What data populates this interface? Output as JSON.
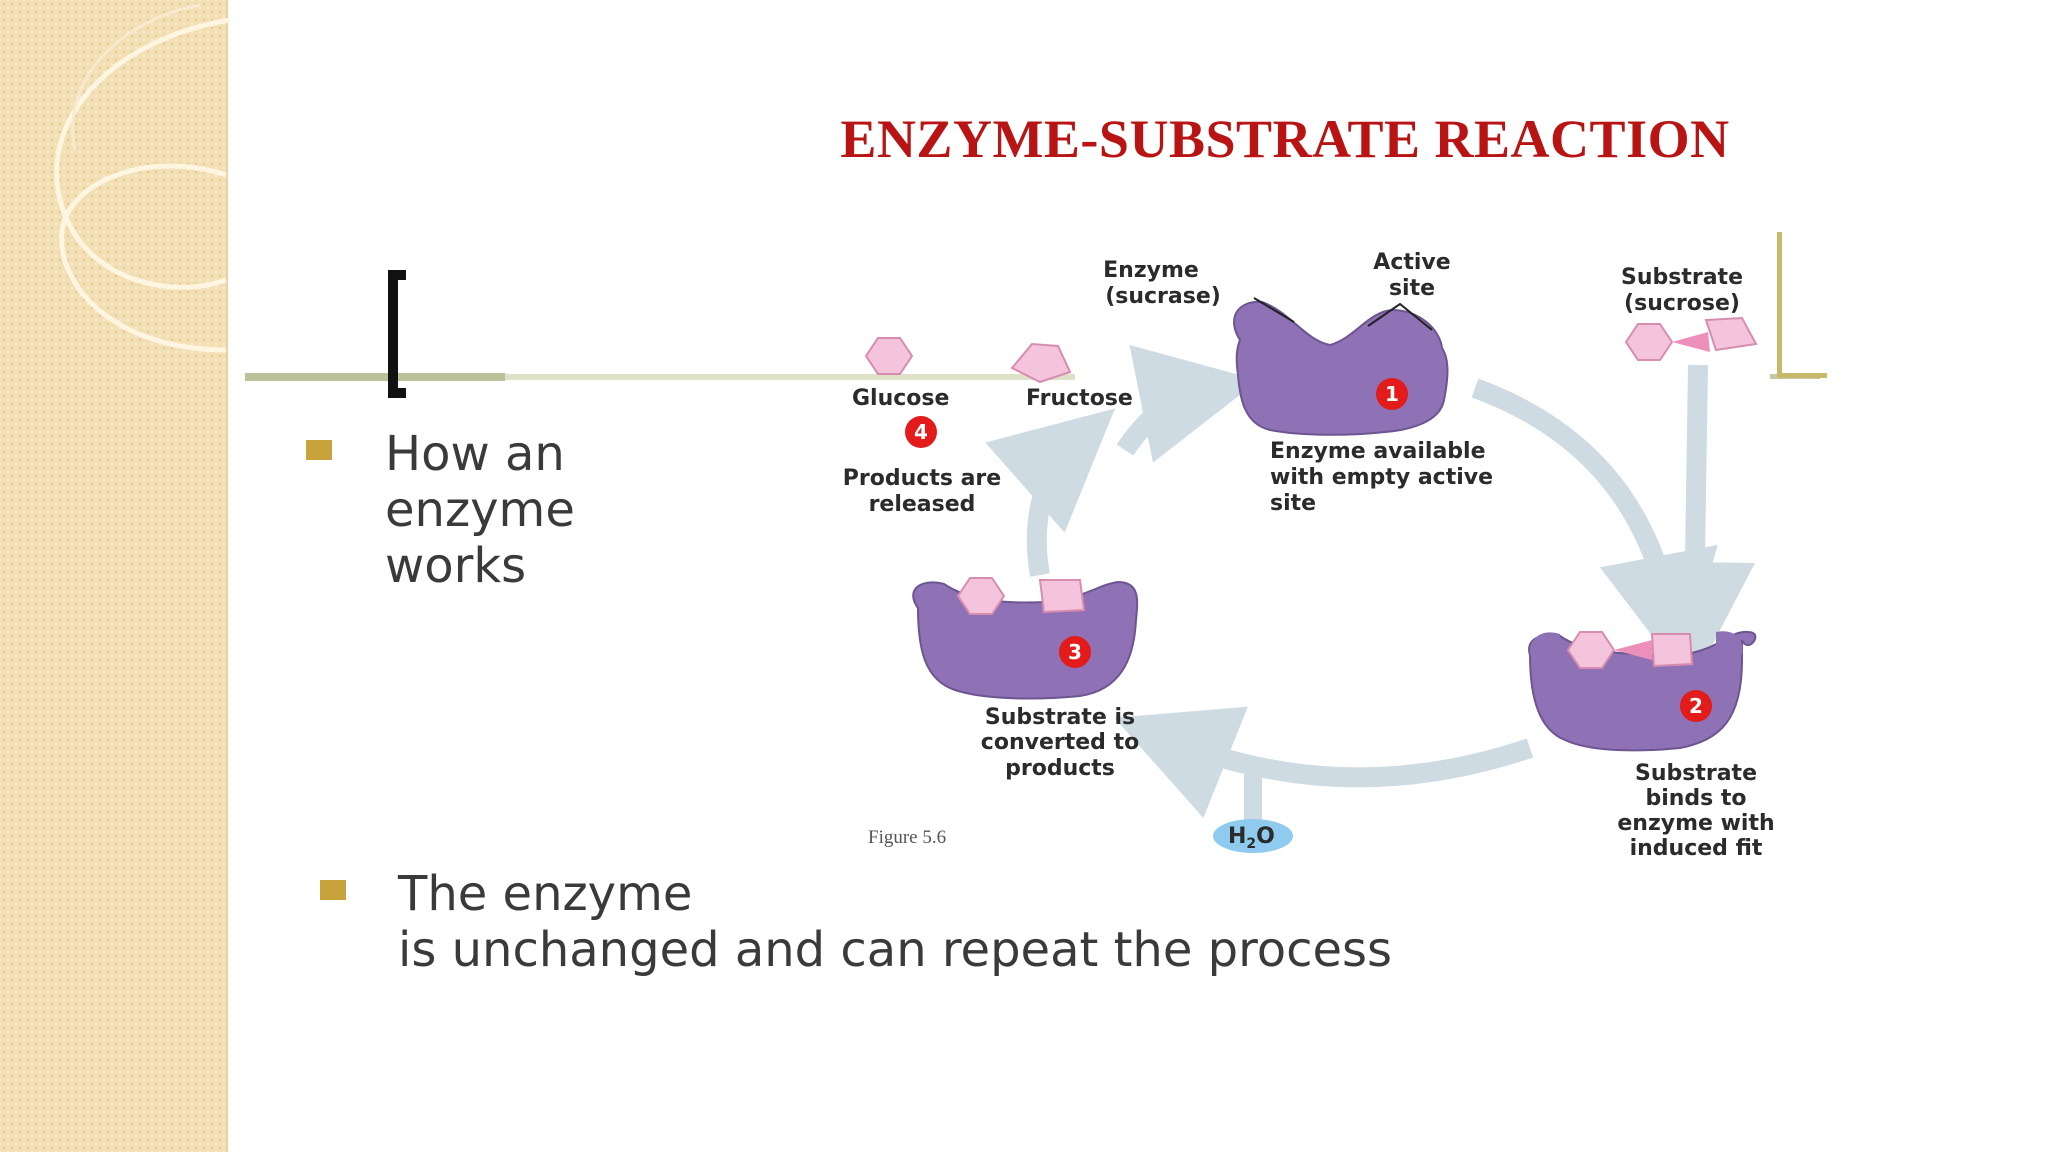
{
  "slide": {
    "title": "ENZYME-SUBSTRATE REACTION",
    "bullets": [
      "How an enzyme works",
      "The enzyme\nis unchanged and can repeat the process"
    ]
  },
  "diagram": {
    "labels": {
      "enzyme": [
        "Enzyme",
        "(sucrase)"
      ],
      "active_site": [
        "Active",
        "site"
      ],
      "substrate": [
        "Substrate",
        "(sucrose)"
      ],
      "glucose": "Glucose",
      "fructose": "Fructose",
      "water": "H",
      "water_sub": "2",
      "water_o": "O",
      "figure": "Figure 5.6"
    },
    "steps": [
      {
        "number": "1",
        "lines": [
          "Enzyme available",
          "with empty active",
          "site"
        ]
      },
      {
        "number": "2",
        "lines": [
          "Substrate",
          "binds to",
          "enzyme with",
          "induced fit"
        ]
      },
      {
        "number": "3",
        "lines": [
          "Substrate is",
          "converted to",
          "products"
        ]
      },
      {
        "number": "4",
        "lines": [
          "Products are",
          "released"
        ]
      }
    ]
  },
  "colors": {
    "title": "#b81414",
    "enzyme": "#8e72b5",
    "substrate": "#f4c3dc",
    "step_badge": "#e31b1b",
    "arrow": "#cfdbe3",
    "water": "#8fcbee",
    "bullet": "#c8a33b"
  }
}
